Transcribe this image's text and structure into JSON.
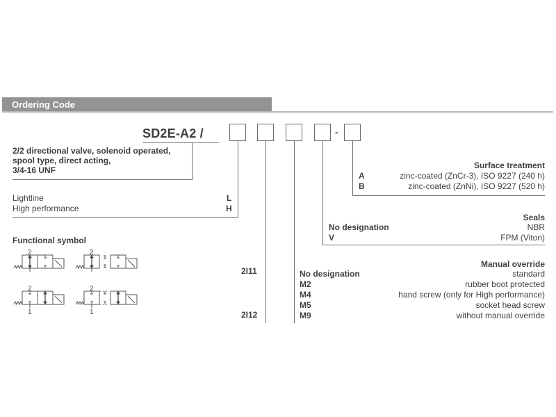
{
  "header": {
    "title": "Ordering Code"
  },
  "model_code": "SD2E-A2 /",
  "code_boxes": [
    "",
    "",
    "",
    "",
    ""
  ],
  "separator": "-",
  "description": {
    "lines": [
      "2/2 directional valve, solenoid operated,",
      "spool type, direct acting,",
      "3/4-16 UNF"
    ]
  },
  "performance": {
    "options": [
      {
        "label": "Lightline",
        "code": "L"
      },
      {
        "label": "High performance",
        "code": "H"
      }
    ]
  },
  "functional_symbol": {
    "title": "Functional symbol",
    "port_top": "2",
    "port_bottom": "1",
    "codes": [
      "2I11",
      "2I12"
    ]
  },
  "surface_treatment": {
    "title": "Surface treatment",
    "options": [
      {
        "code": "A",
        "label": "zinc-coated (ZnCr-3), ISO 9227 (240 h)"
      },
      {
        "code": "B",
        "label": "zinc-coated (ZnNi), ISO 9227 (520 h)"
      }
    ]
  },
  "seals": {
    "title": "Seals",
    "options": [
      {
        "code": "No designation",
        "label": "NBR"
      },
      {
        "code": "V",
        "label": "FPM (Viton)"
      }
    ]
  },
  "manual_override": {
    "title": "Manual override",
    "options": [
      {
        "code": "No designation",
        "label": "standard"
      },
      {
        "code": "M2",
        "label": "rubber boot protected"
      },
      {
        "code": "M4",
        "label": "hand screw (only for High performance)"
      },
      {
        "code": "M5",
        "label": "socket head screw"
      },
      {
        "code": "M9",
        "label": "without manual override"
      }
    ]
  },
  "colors": {
    "header_bg": "#939393",
    "header_text": "#ffffff",
    "line": "#6e6e6e",
    "text": "#3f3f3f"
  }
}
